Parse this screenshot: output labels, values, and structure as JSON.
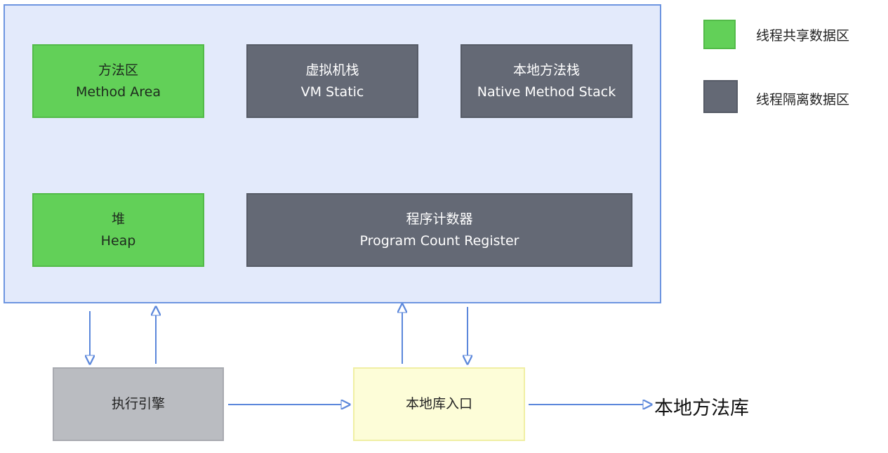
{
  "runtime_data_area": {
    "method_area": {
      "zh": "方法区",
      "en": "Method Area"
    },
    "vm_stack": {
      "zh": "虚拟机栈",
      "en": "VM Static"
    },
    "native_method_stack": {
      "zh": "本地方法栈",
      "en": "Native Method Stack"
    },
    "heap": {
      "zh": "堆",
      "en": "Heap"
    },
    "program_counter": {
      "zh": "程序计数器",
      "en": "Program Count Register"
    }
  },
  "execution_engine": {
    "label": "执行引擎"
  },
  "native_interface": {
    "label": "本地库入口"
  },
  "native_library": {
    "label": "本地方法库"
  },
  "legend": {
    "shared": {
      "label": "线程共享数据区",
      "color": "#62d058"
    },
    "isolated": {
      "label": "线程隔离数据区",
      "color": "#646975"
    }
  },
  "colors": {
    "arrow": "#5b87db",
    "area_border": "#6d95e0",
    "area_fill": "#e3eafb"
  }
}
